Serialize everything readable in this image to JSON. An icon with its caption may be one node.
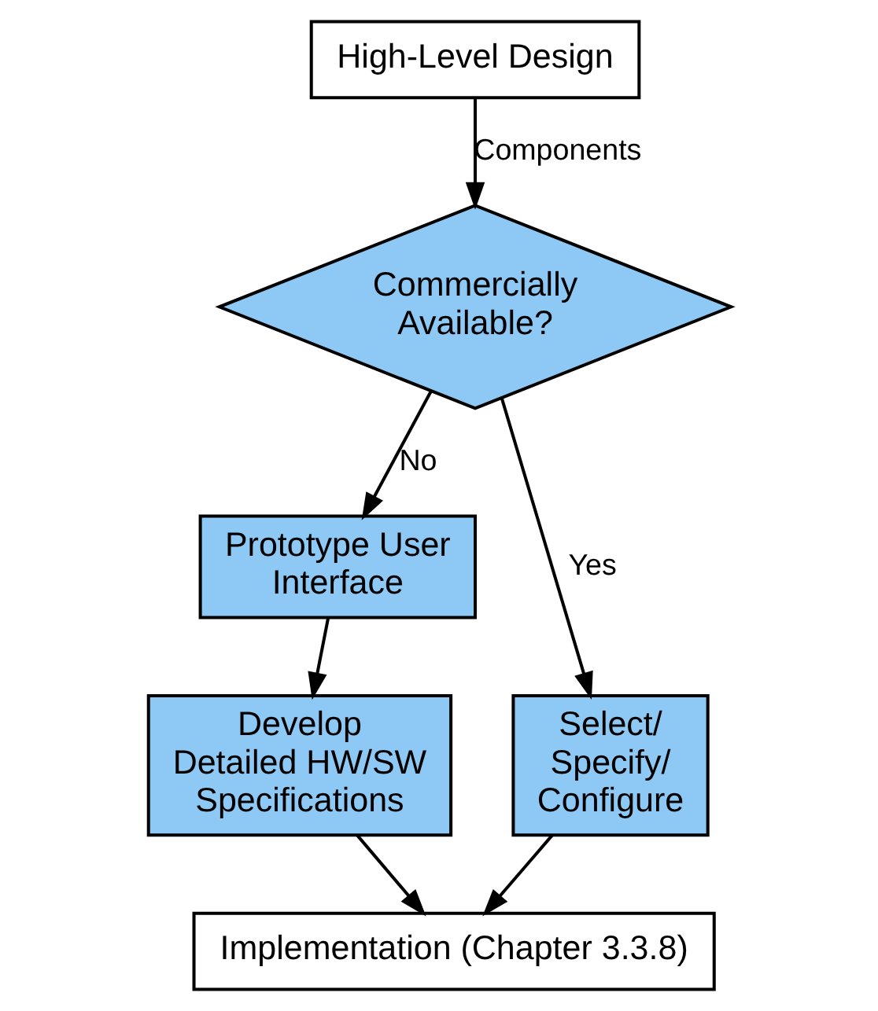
{
  "diagram": {
    "nodes": [
      {
        "text": [
          "High-Level Design"
        ]
      },
      {
        "text": [
          "Commercially Available?"
        ]
      },
      {
        "text": [
          "Prototype User Interface"
        ]
      },
      {
        "text": [
          "Select/ Specify/ Configure"
        ]
      },
      {
        "text": [
          "Develop Detailed HW/SW Specifications"
        ]
      },
      {
        "text": [
          "Implementation (Chapter 3.3.8)"
        ]
      }
    ],
    "edges": [
      {
        "from": 0,
        "to": 1,
        "arrow": "to",
        "label": "Components"
      },
      {
        "from": 1,
        "to": 2,
        "arrow": "to",
        "label": "No"
      },
      {
        "from": 1,
        "to": 3,
        "arrow": "to",
        "label": "Yes"
      },
      {
        "from": 2,
        "to": 4,
        "arrow": "to"
      },
      {
        "from": 3,
        "to": 5,
        "arrow": "to"
      },
      {
        "from": 4,
        "to": 5,
        "arrow": "to"
      }
    ]
  }
}
